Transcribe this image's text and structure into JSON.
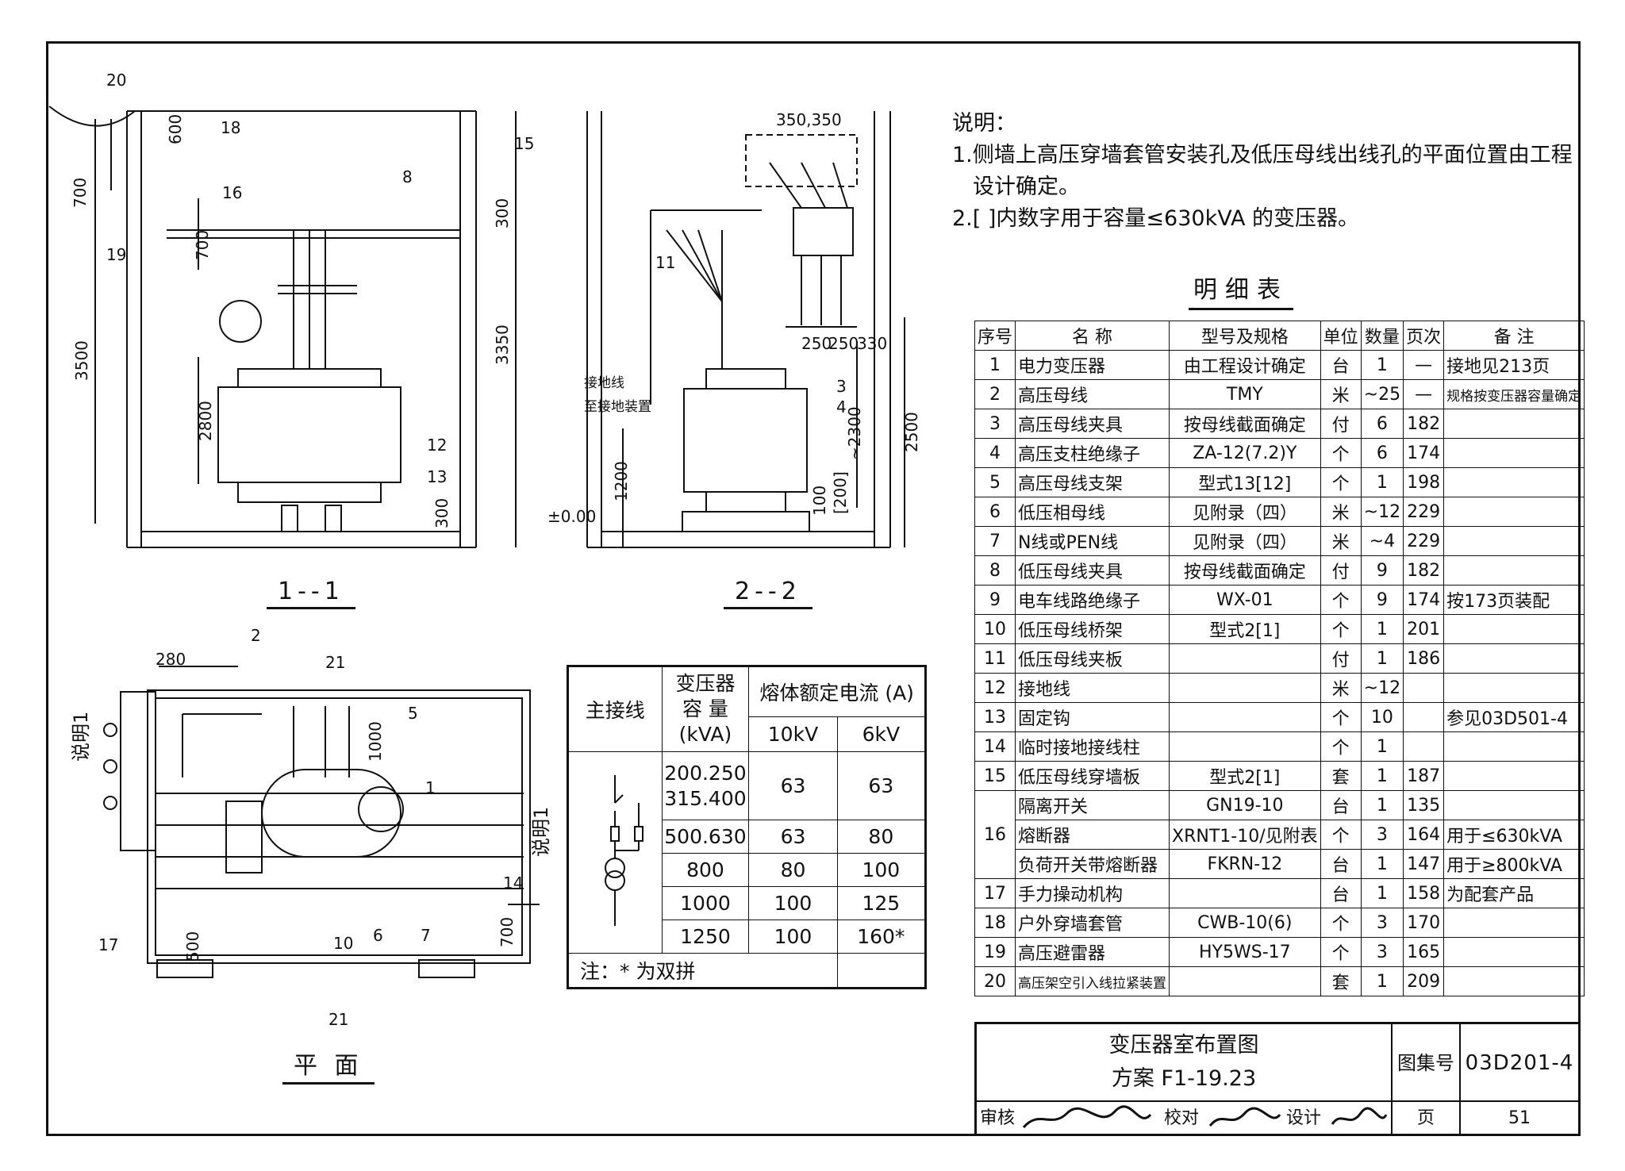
{
  "notes": {
    "title": "说明：",
    "line1": "1.侧墙上高压穿墙套管安装孔及低压母线出线孔的平面位置由工程",
    "line1b": "设计确定。",
    "line2": "2.[ ]内数字用于容量≤630kVA 的变压器。"
  },
  "detail_table": {
    "title": "明细表",
    "headers": [
      "序号",
      "名 称",
      "型号及规格",
      "单位",
      "数量",
      "页次",
      "备 注"
    ],
    "rows": [
      [
        "1",
        "电力变压器",
        "由工程设计确定",
        "台",
        "1",
        "—",
        "接地见213页"
      ],
      [
        "2",
        "高压母线",
        "TMY",
        "米",
        "~25",
        "—",
        "规格按变压器容量确定"
      ],
      [
        "3",
        "高压母线夹具",
        "按母线截面确定",
        "付",
        "6",
        "182",
        ""
      ],
      [
        "4",
        "高压支柱绝缘子",
        "ZA-12(7.2)Y",
        "个",
        "6",
        "174",
        ""
      ],
      [
        "5",
        "高压母线支架",
        "型式13[12]",
        "个",
        "1",
        "198",
        ""
      ],
      [
        "6",
        "低压相母线",
        "见附录（四）",
        "米",
        "~12",
        "229",
        ""
      ],
      [
        "7",
        "N线或PEN线",
        "见附录（四）",
        "米",
        "~4",
        "229",
        ""
      ],
      [
        "8",
        "低压母线夹具",
        "按母线截面确定",
        "付",
        "9",
        "182",
        ""
      ],
      [
        "9",
        "电车线路绝缘子",
        "WX-01",
        "个",
        "9",
        "174",
        "按173页装配"
      ],
      [
        "10",
        "低压母线桥架",
        "型式2[1]",
        "个",
        "1",
        "201",
        ""
      ],
      [
        "11",
        "低压母线夹板",
        "",
        "付",
        "1",
        "186",
        ""
      ],
      [
        "12",
        "接地线",
        "",
        "米",
        "~12",
        "",
        ""
      ],
      [
        "13",
        "固定钩",
        "",
        "个",
        "10",
        "",
        "参见03D501-4"
      ],
      [
        "14",
        "临时接地接线柱",
        "",
        "个",
        "1",
        "",
        ""
      ],
      [
        "15",
        "低压母线穿墙板",
        "型式2[1]",
        "套",
        "1",
        "187",
        ""
      ],
      [
        "16",
        "隔离开关",
        "GN19-10",
        "台",
        "1",
        "135",
        ""
      ],
      [
        "",
        "熔断器",
        "XRNT1-10/见附表",
        "个",
        "3",
        "164",
        "用于≤630kVA"
      ],
      [
        "",
        "负荷开关带熔断器",
        "FKRN-12",
        "台",
        "1",
        "147",
        "用于≥800kVA"
      ],
      [
        "17",
        "手力操动机构",
        "",
        "台",
        "1",
        "158",
        "为配套产品"
      ],
      [
        "18",
        "户外穿墙套管",
        "CWB-10(6)",
        "个",
        "3",
        "170",
        ""
      ],
      [
        "19",
        "高压避雷器",
        "HY5WS-17",
        "个",
        "3",
        "165",
        ""
      ],
      [
        "20",
        "高压架空引入线拉紧装置",
        "",
        "套",
        "1",
        "209",
        ""
      ]
    ]
  },
  "fuse_table": {
    "h_main": "主接线",
    "h_cap1": "变压器",
    "h_cap2": "容 量",
    "h_cap3": "(kVA)",
    "h_rated": "熔体额定电流 (A)",
    "h_10kv": "10kV",
    "h_6kv": "6kV",
    "rows": [
      {
        "cap": "200.250",
        "cap2": "315.400",
        "kv10": "63",
        "kv6": "63"
      },
      {
        "cap": "500.630",
        "kv10": "63",
        "kv6": "80"
      },
      {
        "cap": "800",
        "kv10": "80",
        "kv6": "100"
      },
      {
        "cap": "1000",
        "kv10": "100",
        "kv6": "125"
      },
      {
        "cap": "1250",
        "kv10": "100",
        "kv6": "160*"
      }
    ],
    "note": "注：* 为双拼"
  },
  "title_block": {
    "title1": "变压器室布置图",
    "title2": "方案 F1-19.23",
    "atlas_label": "图集号",
    "atlas_no": "03D201-4",
    "page_label": "页",
    "page_no": "51",
    "review": "审核",
    "check": "校对",
    "design": "设计"
  },
  "drawings": {
    "sec11": "1--1",
    "sec22": "2--2",
    "plan": "平 面",
    "d20": "20",
    "d18": "18",
    "d16": "16",
    "d19": "19",
    "d8": "8",
    "d15": "15",
    "d12": "12",
    "d13": "13",
    "dim600": "600",
    "dim700": "700",
    "dim700b": "700",
    "dim300": "300",
    "dim3500": "3500",
    "dim3350": "3350",
    "dim2800": "2800",
    "dim300b": "300",
    "dim350": "350,350",
    "d11": "11",
    "dim250": "250",
    "dim250b": "250",
    "dim330": "330",
    "d3": "3",
    "d4": "4",
    "gnd1": "接地线",
    "gnd2": "至接地装置",
    "dim2300": "~2300",
    "dim2500": "2500",
    "dim1200": "1200",
    "dim100": "100",
    "dim200": "[200]",
    "dim000": "±0.00",
    "dim280": "280",
    "p2": "2",
    "p21": "21",
    "p21b": "21",
    "p5": "5",
    "dim1000": "1000",
    "p1": "1",
    "shuoming": "说明1",
    "shuoming2": "说明1",
    "p14": "14",
    "p17": "17",
    "dim500": "500",
    "p10": "10",
    "p6": "6",
    "p7": "7",
    "dim700c": "700"
  }
}
